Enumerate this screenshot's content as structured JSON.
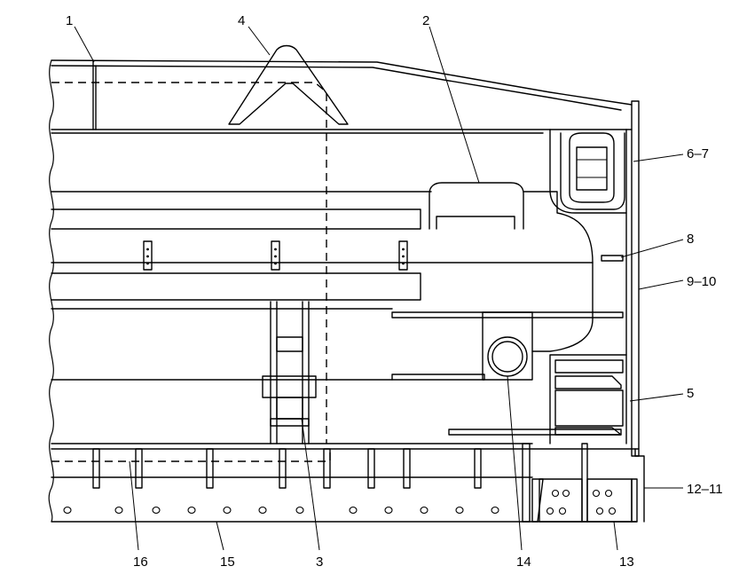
{
  "labels": {
    "l1": "1",
    "l2": "2",
    "l3": "3",
    "l4": "4",
    "l5": "5",
    "l6_7": "6–7",
    "l8": "8",
    "l9_10": "9–10",
    "l12_11": "12–11",
    "l13": "13",
    "l14": "14",
    "l15": "15",
    "l16": "16"
  }
}
